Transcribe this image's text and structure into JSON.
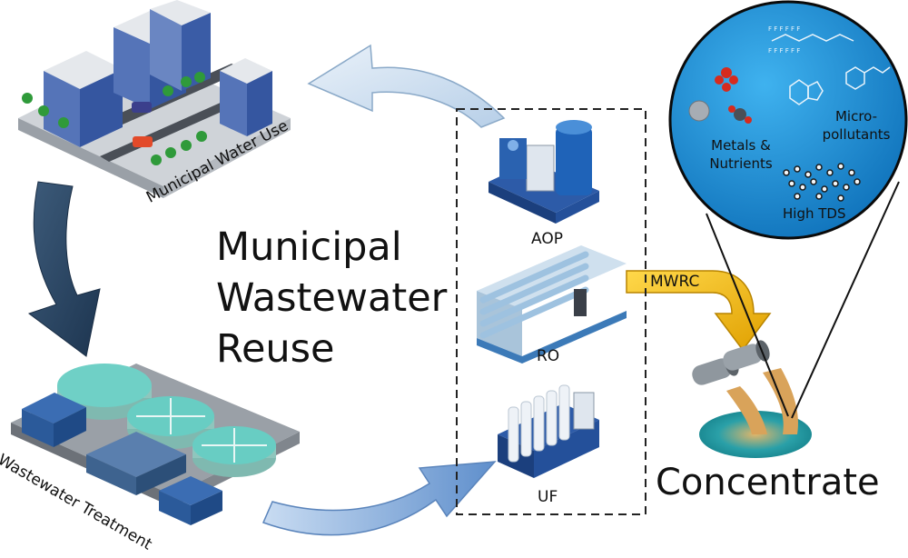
{
  "diagram": {
    "title_lines": [
      "Municipal",
      "Wastewater",
      "Reuse"
    ],
    "stages": {
      "municipal_use": "Municipal Water Use",
      "wastewater_treatment": "Wastewater Treatment",
      "concentrate": "Concentrate"
    },
    "treatment_train": [
      "AOP",
      "RO",
      "UF"
    ],
    "flows": {
      "concentrate_stream": "MWRC"
    },
    "contaminants": {
      "metals": "Metals & Nutrients",
      "micropollutants": "Micro-pollutants",
      "tds": "High TDS"
    }
  },
  "colors": {
    "dark_arrow": "#2e4a66",
    "light_arrow": "#c9dcef",
    "uf_arrow": "#7ea6d6",
    "mwrc_arrow": "#f2b800",
    "bubble": "#1589d6",
    "equipment_blue": "#1e4f9c",
    "concentrate_pool": "#1e8f9a"
  }
}
